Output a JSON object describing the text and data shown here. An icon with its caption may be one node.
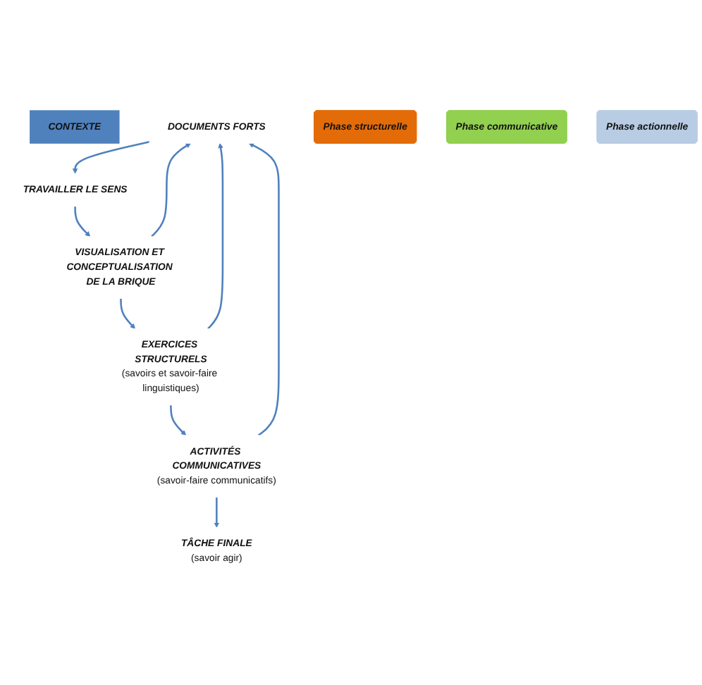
{
  "diagram": {
    "nodes": [
      {
        "text": [
          "CONTEXTE"
        ]
      },
      {
        "text": [
          "DOCUMENTS FORTS"
        ]
      },
      {
        "text": [
          "TRAVAILLER LE SENS"
        ]
      },
      {
        "text": [
          "VISUALISATION ET CONCEPTUALISATION DE LA BRIQUE"
        ]
      },
      {
        "text": [
          "EXERCICES STRUCTURELS",
          "(savoirs et savoir-faire linguistiques)"
        ]
      },
      {
        "text": [
          "ACTIVITÉS COMMUNICATIVES",
          "(savoir-faire communicatifs)"
        ]
      },
      {
        "text": [
          "TÂCHE FINALE",
          "(savoir agir)"
        ]
      },
      {
        "text": [
          "Phase structurelle"
        ]
      },
      {
        "text": [
          "Phase communicative"
        ]
      },
      {
        "text": [
          "Phase actionnelle"
        ]
      }
    ],
    "edges": [
      {
        "from": 1,
        "to": 2,
        "arrow": "to"
      },
      {
        "from": 2,
        "to": 3,
        "arrow": "to"
      },
      {
        "from": 3,
        "to": 4,
        "arrow": "to"
      },
      {
        "from": 4,
        "to": 5,
        "arrow": "to"
      },
      {
        "from": 5,
        "to": 6,
        "arrow": "to"
      },
      {
        "from": 4,
        "to": 1,
        "arrow": "to"
      },
      {
        "from": 3,
        "to": 1,
        "arrow": "to"
      },
      {
        "from": 5,
        "to": 1,
        "arrow": "to"
      }
    ]
  }
}
